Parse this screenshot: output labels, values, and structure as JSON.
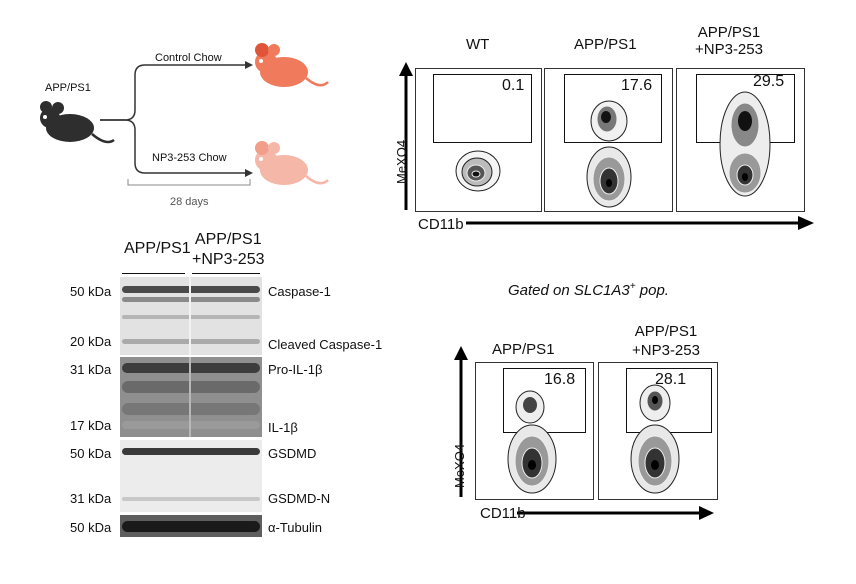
{
  "schematic": {
    "mouse_label": "APP/PS1",
    "branch_top": "Control Chow",
    "branch_bottom": "NP3-253 Chow",
    "duration": "28 days"
  },
  "western": {
    "groups": [
      "APP/PS1",
      "APP/PS1\n+NP3-253"
    ],
    "rows": [
      {
        "mw_top": "50 kDa",
        "mw_bottom": "20 kDa",
        "name_top": "Caspase-1",
        "name_bottom": "Cleaved Caspase-1"
      },
      {
        "mw_top": "31 kDa",
        "mw_bottom": "17 kDa",
        "name_top": "Pro-IL-1β",
        "name_bottom": "IL-1β"
      },
      {
        "mw_top": "50 kDa",
        "mw_bottom": "31 kDa",
        "name_top": "GSDMD",
        "name_bottom": "GSDMD-N"
      },
      {
        "mw_top": "50 kDa",
        "name_top": "α-Tubulin"
      }
    ]
  },
  "flow_top": {
    "panels": [
      {
        "title": "WT",
        "value": "0.1"
      },
      {
        "title": "APP/PS1",
        "value": "17.6"
      },
      {
        "title": "APP/PS1\n+NP3-253",
        "value": "29.5"
      }
    ],
    "y_axis": "MeXO4",
    "x_axis": "CD11b"
  },
  "gating_note": {
    "prefix": "Gated on SLC1A3",
    "superscript": "+",
    "suffix": " pop."
  },
  "flow_bottom": {
    "panels": [
      {
        "title": "APP/PS1",
        "value": "16.8"
      },
      {
        "title": "APP/PS1\n+NP3-253",
        "value": "28.1"
      }
    ],
    "y_axis": "MeXO4",
    "x_axis": "CD11b"
  }
}
